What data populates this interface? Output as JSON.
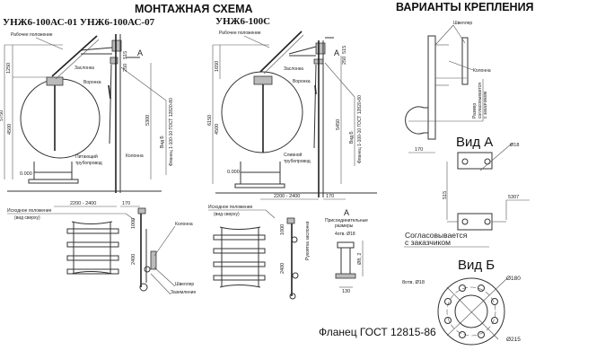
{
  "titles": {
    "main": "МОНТАЖНАЯ СХЕМА",
    "mounting": "ВАРИАНТЫ КРЕПЛЕНИЯ",
    "model_left": "УНЖ6-100АС-01  УНЖ6-100АС-07",
    "model_mid": "УНЖ6-100С"
  },
  "left_drawing": {
    "working_position": "Рабочее положение",
    "valve": "Заслонка",
    "funnel": "Воронка",
    "feed_pipe_1": "Питающий",
    "feed_pipe_2": "трубопровод",
    "column": "Колонна",
    "view_b": "Вид Б",
    "flange": "Фланец 1-100-10 ГОСТ 12820-80",
    "arrow_a": "А",
    "dims": {
      "d1250": "1250",
      "d5750": "5750",
      "d4500": "4500",
      "d5300": "5300",
      "d515": "515",
      "d250": "250",
      "zero": "0.000",
      "span": "2200 - 2400",
      "d170": "170"
    }
  },
  "mid_drawing": {
    "working_position": "Рабочее положение",
    "valve": "Заслонка",
    "funnel": "Воронка",
    "drain_pipe_1": "Сливной",
    "drain_pipe_2": "трубопровод",
    "view_b": "Вид Б",
    "flange": "Фланец 1-100-10 ГОСТ 12820-80",
    "arrow_a": "А",
    "dims": {
      "d1650": "1650",
      "d6150": "6150",
      "d4500": "4500",
      "d5450": "5450",
      "d515": "515",
      "d250": "250",
      "zero": "0.000",
      "span": "2200 - 2400",
      "d170": "170"
    }
  },
  "plan_left": {
    "initial_1": "Исходное положение",
    "initial_2": "(вид сверху)",
    "column": "Колонна",
    "channel": "Швеллер",
    "grounding": "Заземление",
    "d1000": "1000",
    "d2400": "2400"
  },
  "plan_mid": {
    "initial_1": "Исходное положение",
    "initial_2": "(вид сверху)",
    "valve_handle": "Рукоятка заслонки",
    "d1000": "1000",
    "d2400": "2400"
  },
  "detail_a": {
    "title": "А",
    "conn_1": "Присоединительные",
    "conn_2": "размеры",
    "holes": "4отв. Ø18",
    "d": "Ø8, 2",
    "w": "130"
  },
  "mounting": {
    "channel": "Швеллер",
    "column": "Колонна",
    "size_note_1": "Размер",
    "size_note_2": "согласовывается",
    "size_note_3": "с заказчиком",
    "d170": "170",
    "view_a": "Вид А",
    "hole": "Ø18",
    "d515": "515",
    "d5307": "5307",
    "agree_1": "Согласовывается",
    "agree_2": "с заказчиком",
    "view_b": "Вид Б",
    "holes_b": "8отв. Ø18",
    "d180": "Ø180",
    "d215": "Ø215",
    "flange_std": "Фланец ГОСТ 12815-86"
  }
}
